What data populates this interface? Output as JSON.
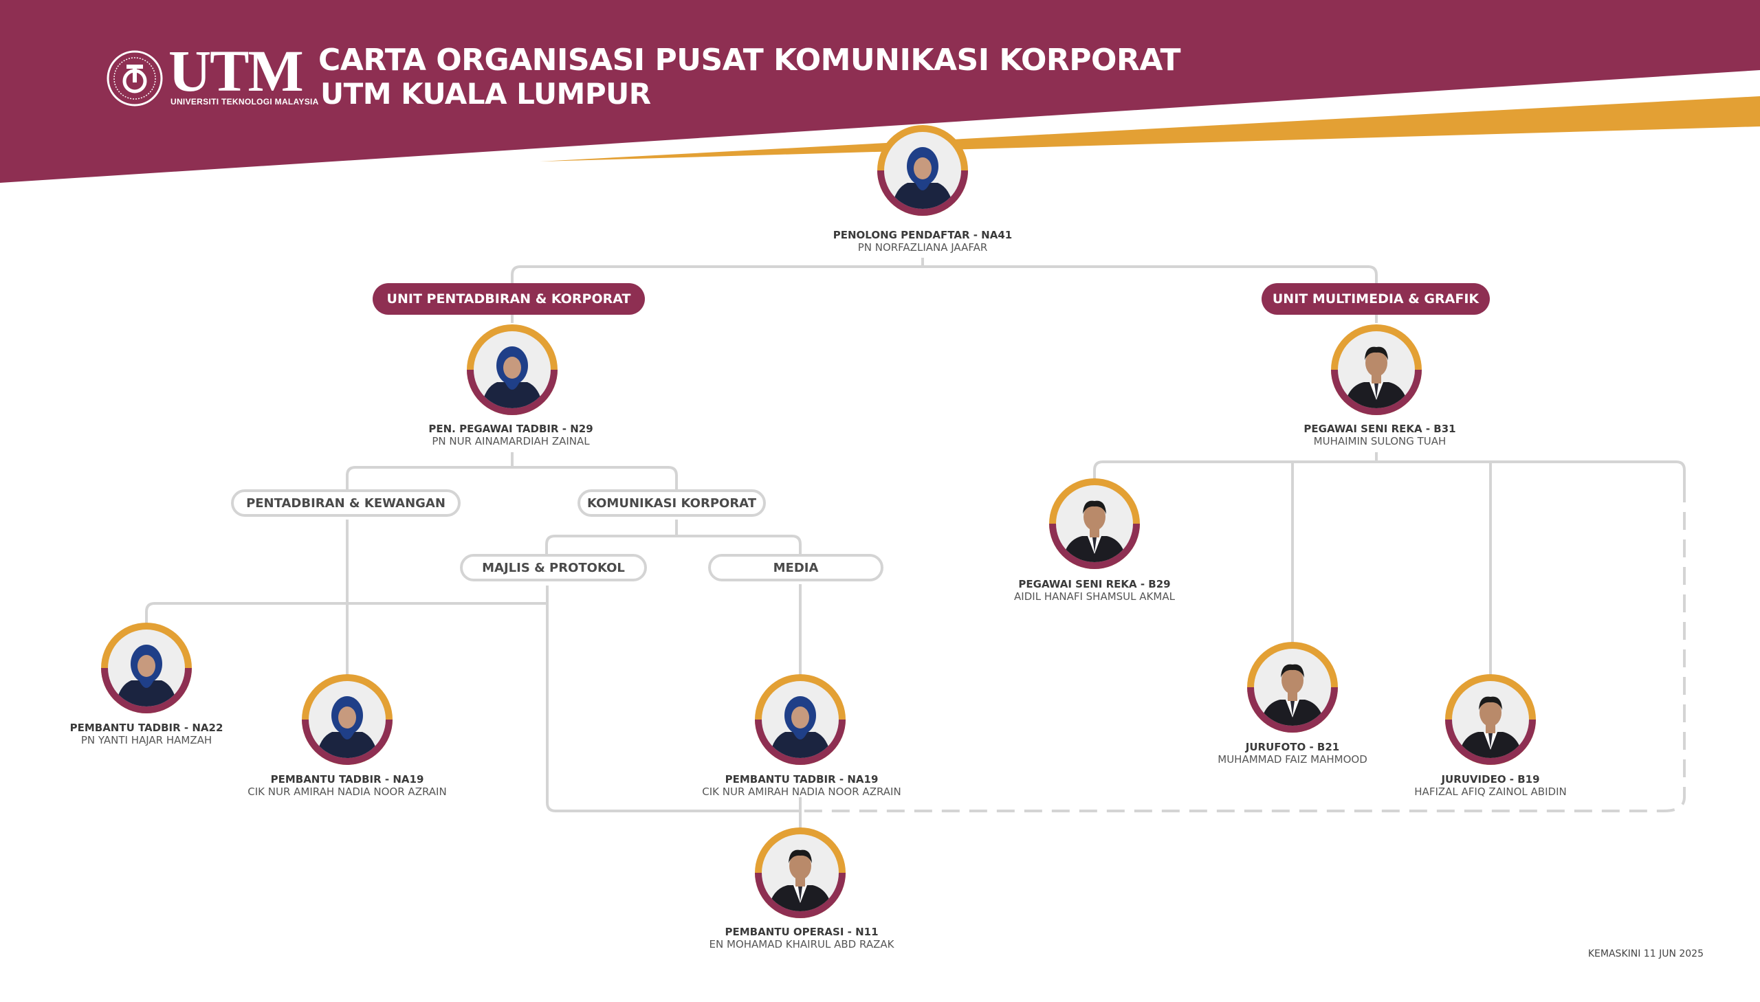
{
  "header": {
    "logo_text": "UTM",
    "logo_sub": "UNIVERSITI TEKNOLOGI MALAYSIA",
    "title_line1": "CARTA ORGANISASI PUSAT KOMUNIKASI KORPORAT",
    "title_line2": "UTM KUALA LUMPUR"
  },
  "colors": {
    "maroon": "#8e2f52",
    "gold": "#e3a034",
    "line": "#d4d4d4"
  },
  "units": {
    "admin": "UNIT PENTADBIRAN & KORPORAT",
    "multimedia": "UNIT MULTIMEDIA & GRAFIK"
  },
  "sections": {
    "admin_finance": "PENTADBIRAN & KEWANGAN",
    "corp_comm": "KOMUNIKASI KORPORAT",
    "protocol": "MAJLIS & PROTOKOL",
    "media": "MEDIA"
  },
  "people": [
    {
      "id": "head",
      "role": "PENOLONG PENDAFTAR - NA41",
      "name": "PN NORFAZLIANA JAAFAR",
      "kind": "female"
    },
    {
      "id": "admin_officer",
      "role": "PEN. PEGAWAI TADBIR - N29",
      "name": "PN NUR AINAMARDIAH ZAINAL",
      "kind": "female"
    },
    {
      "id": "design_officer",
      "role": "PEGAWAI SENI REKA - B31",
      "name": "MUHAIMIN SULONG TUAH",
      "kind": "male"
    },
    {
      "id": "design_officer2",
      "role": "PEGAWAI SENI REKA - B29",
      "name": "AIDIL HANAFI SHAMSUL AKMAL",
      "kind": "male"
    },
    {
      "id": "admin_asst1",
      "role": "PEMBANTU TADBIR - NA22",
      "name": "PN YANTI HAJAR HAMZAH",
      "kind": "female"
    },
    {
      "id": "admin_asst2",
      "role": "PEMBANTU TADBIR - NA19",
      "name": "CIK NUR AMIRAH NADIA NOOR AZRAIN",
      "kind": "female"
    },
    {
      "id": "admin_asst3",
      "role": "PEMBANTU TADBIR - NA19",
      "name": "CIK NUR AMIRAH NADIA NOOR AZRAIN",
      "kind": "female"
    },
    {
      "id": "photographer",
      "role": "JURUFOTO - B21",
      "name": "MUHAMMAD FAIZ MAHMOOD",
      "kind": "male"
    },
    {
      "id": "videographer",
      "role": "JURUVIDEO - B19",
      "name": "HAFIZAL AFIQ ZAINOL ABIDIN",
      "kind": "male"
    },
    {
      "id": "operations",
      "role": "PEMBANTU OPERASI - N11",
      "name": "EN MOHAMAD KHAIRUL ABD RAZAK",
      "kind": "male"
    }
  ],
  "footer": {
    "updated": "KEMASKINI 11 JUN 2025"
  }
}
